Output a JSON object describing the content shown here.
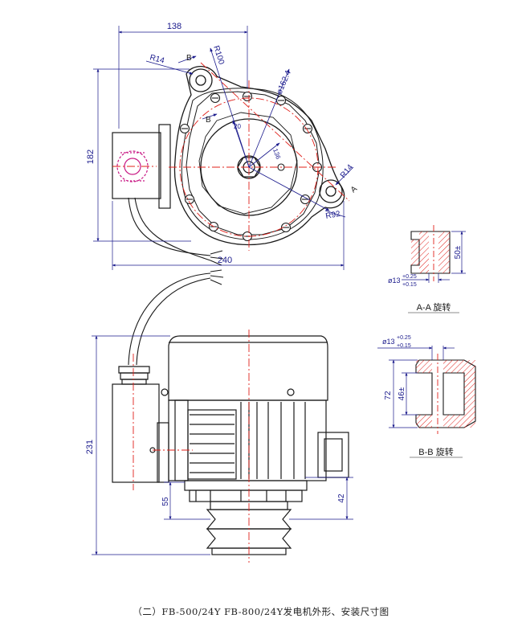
{
  "colors": {
    "outline": "#1a1a1a",
    "dim": "#1a1a8c",
    "center": "#e0201a",
    "hatch": "#e0201a",
    "bg": "#ffffff"
  },
  "top_view": {
    "dims": {
      "width_138": "138",
      "r100": "R100",
      "r14_top": "R14",
      "dia162": "ø162.4",
      "height_182": "182",
      "r14_right": "R14",
      "r92": "R92",
      "width_240": "240",
      "d20": "20",
      "d136": "136"
    },
    "section_marks": {
      "a": "A",
      "b": "B"
    }
  },
  "section_aa": {
    "dim_height": "50±",
    "dim_dia_base": "ø13",
    "tol_upper": "+0.25",
    "tol_lower": "+0.15",
    "label": "A-A 旋转"
  },
  "section_bb": {
    "dim_dia_base": "ø13",
    "tol_upper": "+0.25",
    "tol_lower": "+0.15",
    "dim_72": "72",
    "dim_46": "46±",
    "label": "B-B 旋转"
  },
  "side_view": {
    "dims": {
      "height_231": "231",
      "h55": "55",
      "h42": "42"
    }
  },
  "caption": "（二）FB-500/24Y  FB-800/24Y发电机外形、安装尺寸图"
}
